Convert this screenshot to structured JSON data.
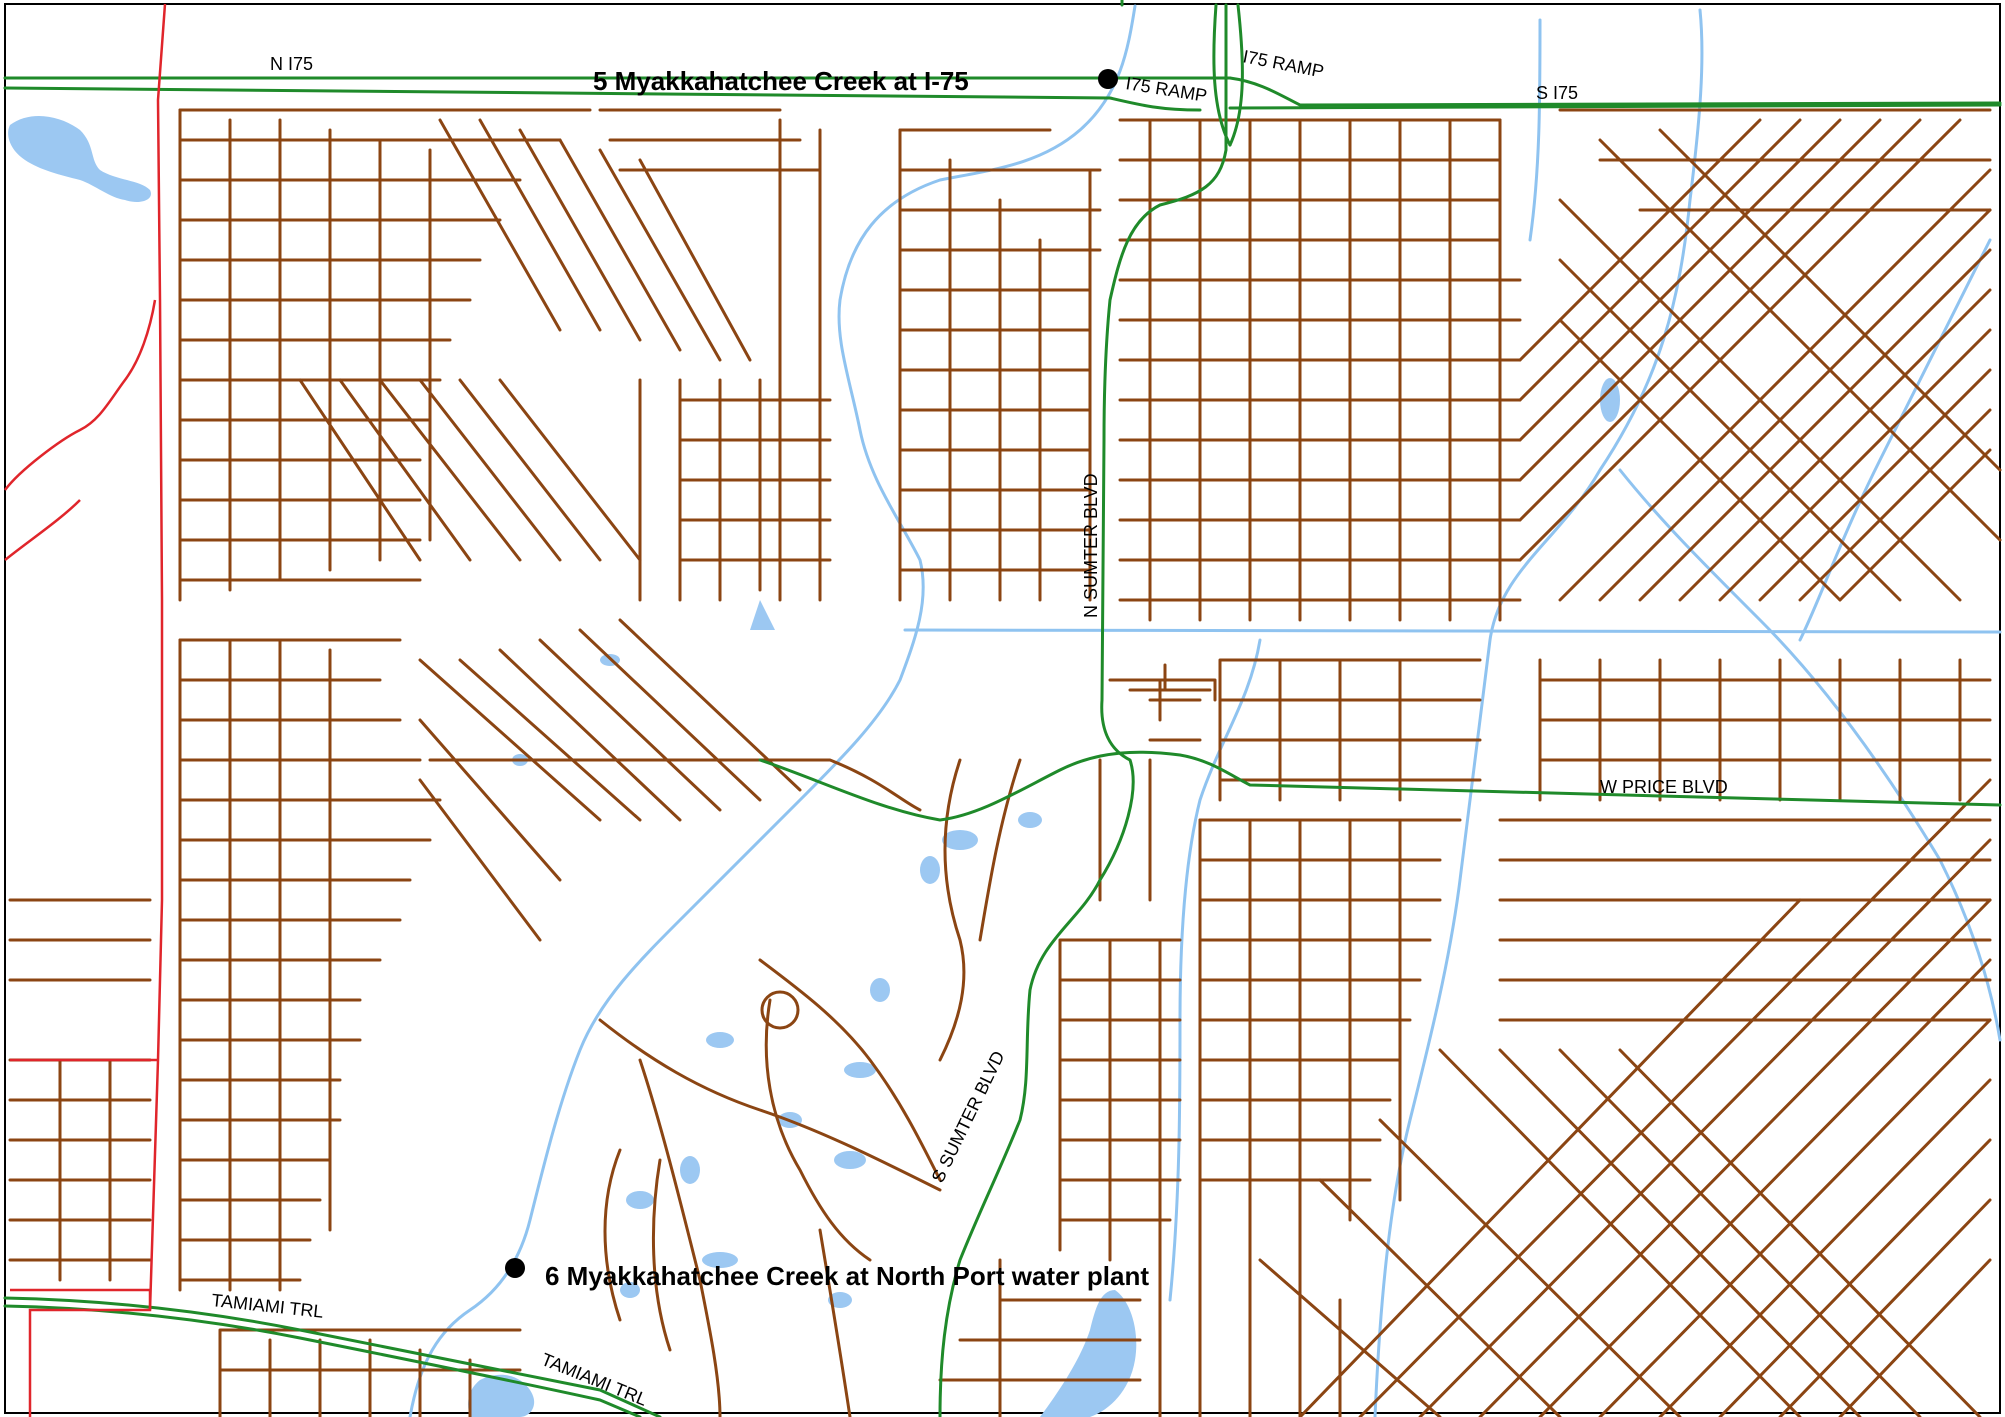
{
  "map": {
    "colors": {
      "road": "#8B4513",
      "water": "#9cc8f2",
      "highway": "#1f8a2a",
      "boundary": "#e0252b",
      "site_marker": "#000000"
    },
    "road_labels": {
      "n_i75": "N I75",
      "s_i75": "S I75",
      "i75_ramp_a": "I75 RAMP",
      "i75_ramp_b": "I75 RAMP",
      "n_sumter": "N SUMTER BLVD",
      "s_sumter": "S SUMTER BLVD",
      "w_price": "W PRICE BLVD",
      "tamiami_a": "TAMIAMI TRL",
      "tamiami_b": "TAMIAMI TRL"
    },
    "sites": [
      {
        "label": "5  Myakkahatchee Creek at I-75"
      },
      {
        "label": "6  Myakkahatchee Creek at North Port water plant"
      }
    ]
  }
}
